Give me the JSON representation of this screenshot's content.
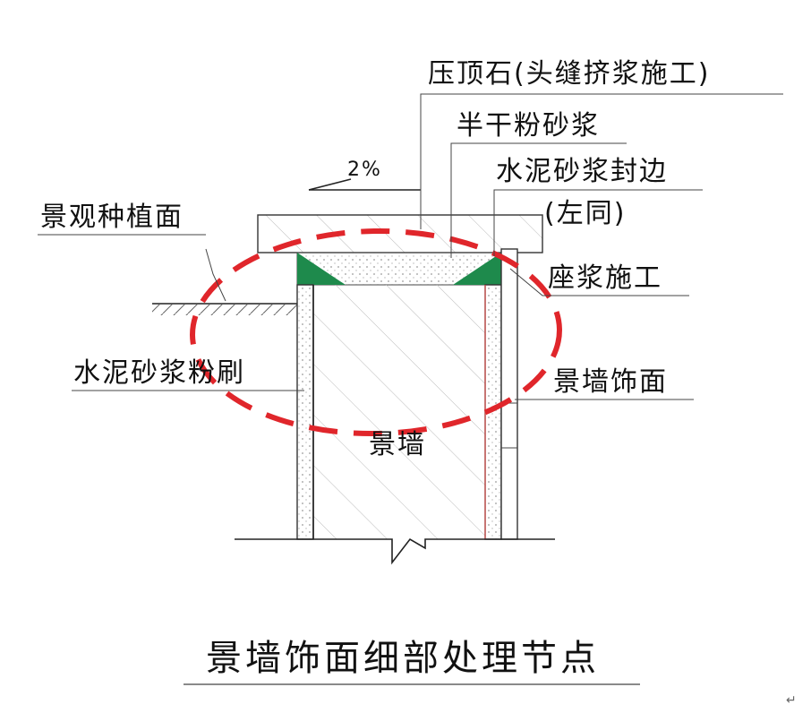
{
  "labels": {
    "coping_stone": "压顶石(头缝挤浆施工)",
    "semi_dry_mortar": "半干粉砂浆",
    "cement_mortar_edge": "水泥砂浆封边",
    "same_left": "(左同)",
    "slope": "2%",
    "planting_surface": "景观种植面",
    "mortar_bedding": "座浆施工",
    "cement_mortar_plaster": "水泥砂浆粉刷",
    "wall_finish": "景墙饰面",
    "wall": "景墙"
  },
  "title": "景墙饰面细部处理节点",
  "colors": {
    "highlight_ellipse": "#e0262b",
    "mortar_edge_fill": "#1e8a4c",
    "finish_inner_line": "#d9534f",
    "ink": "#111111"
  }
}
